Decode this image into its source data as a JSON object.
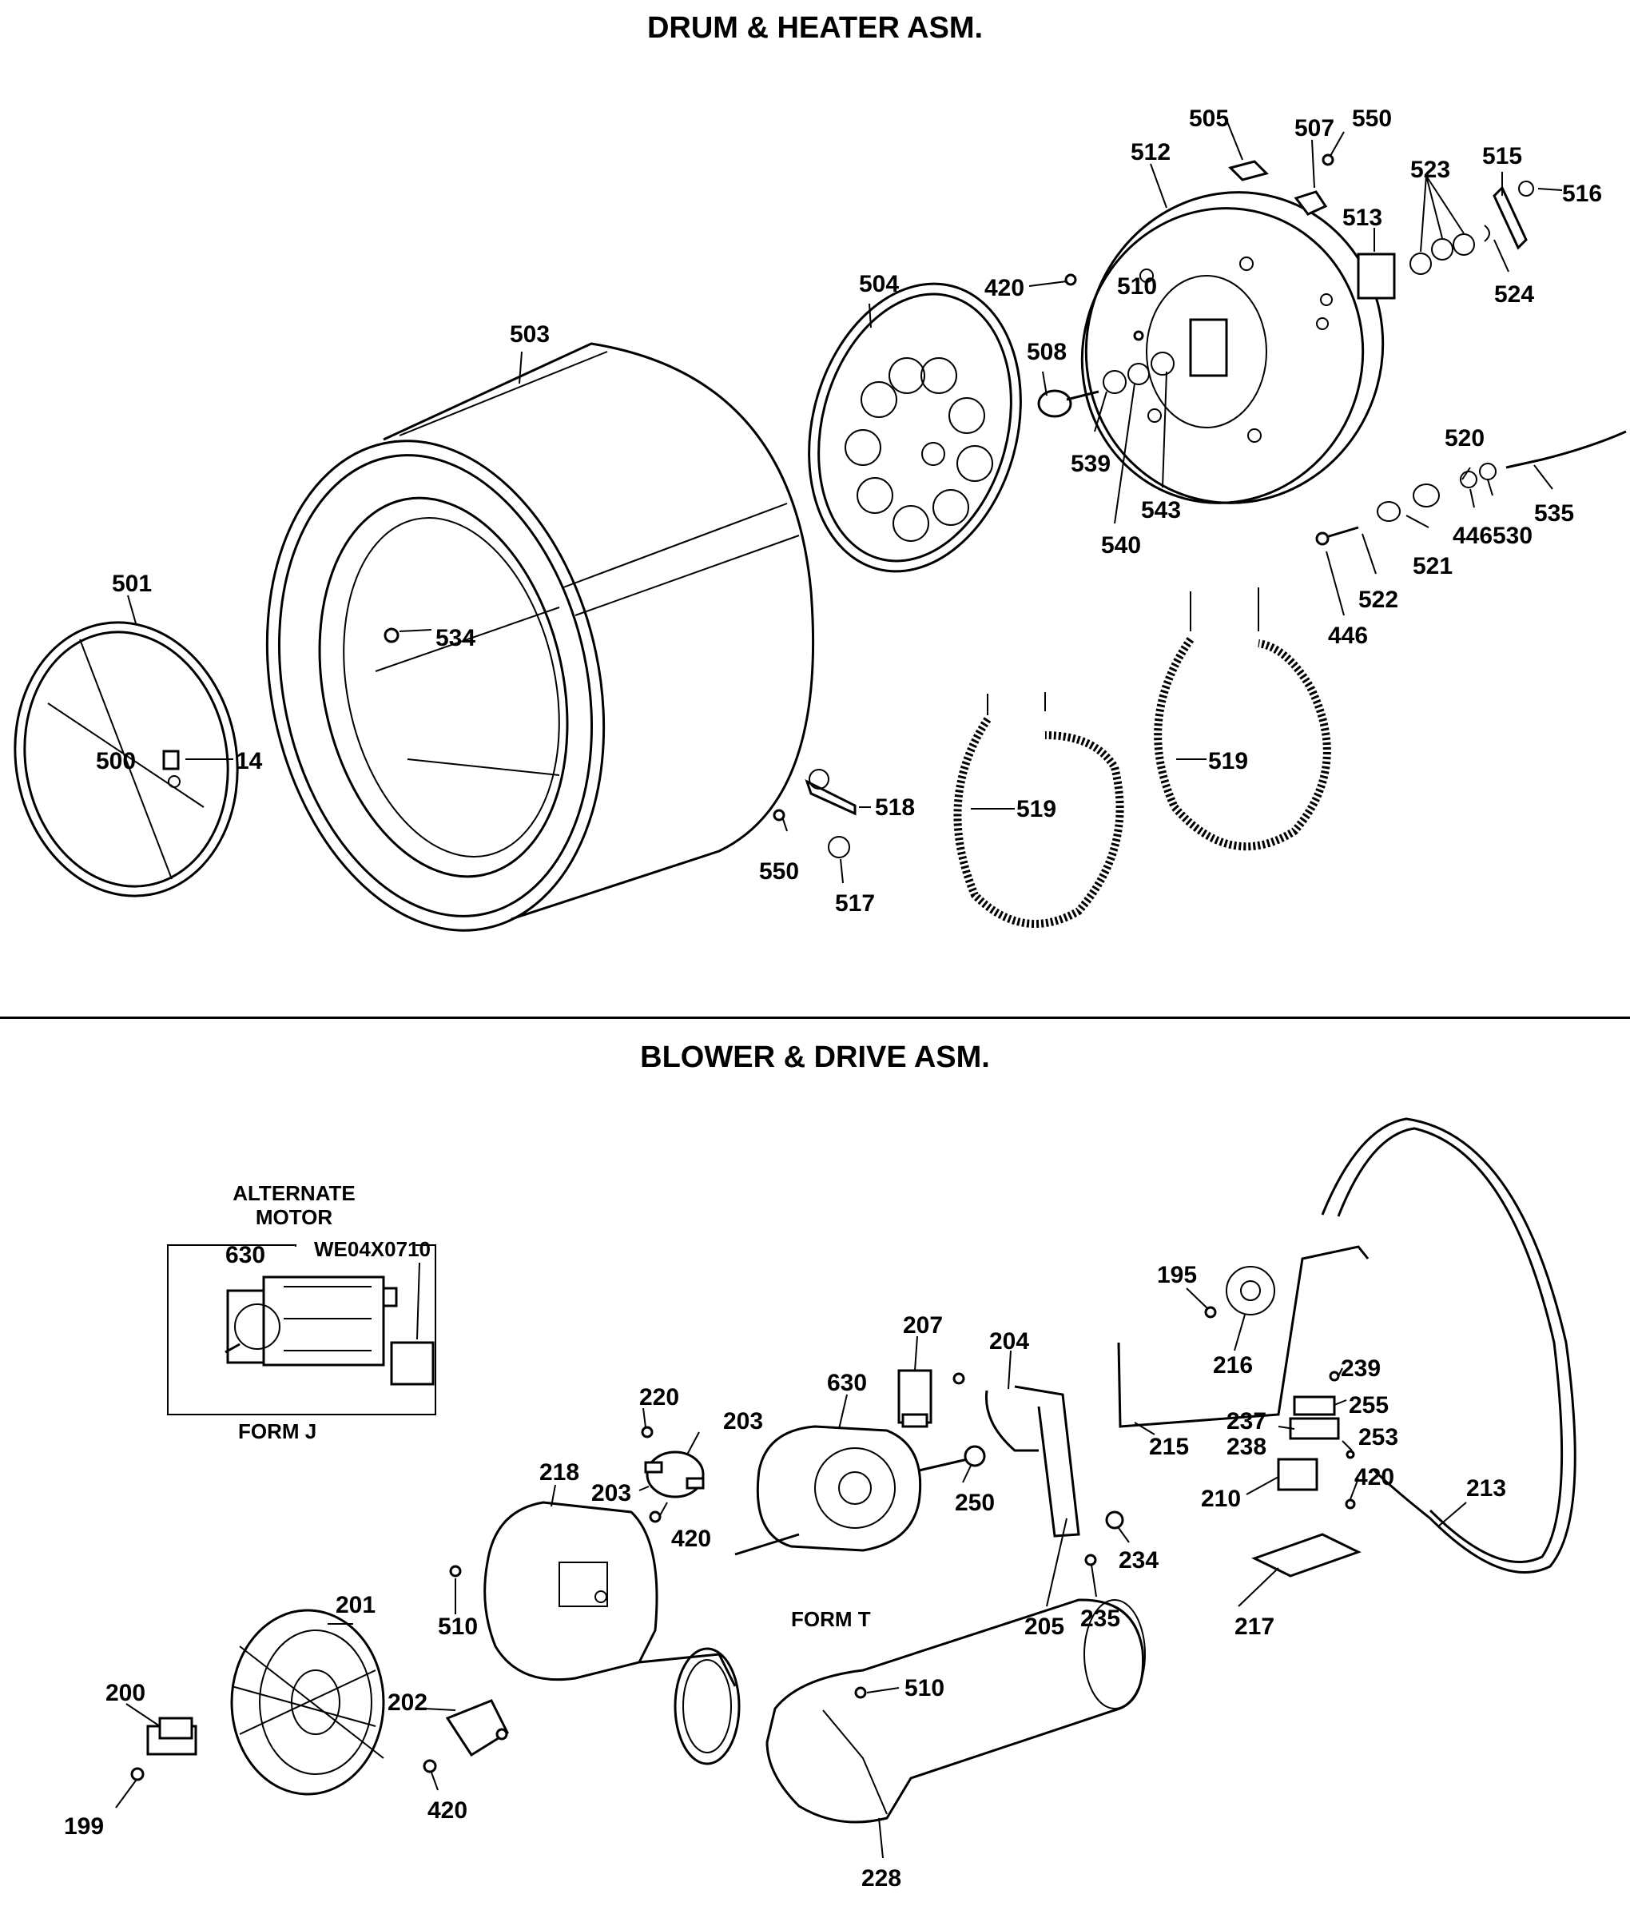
{
  "titles": {
    "top": "DRUM & HEATER ASM.",
    "bottom": "BLOWER & DRIVE ASM."
  },
  "inset": {
    "heading_line1": "ALTERNATE",
    "heading_line2": "MOTOR",
    "motor_label": "630",
    "switch_label": "WE04X0710",
    "form": "FORM J"
  },
  "form_t": "FORM T",
  "callouts": {
    "p505": "505",
    "p507": "507",
    "p550a": "550",
    "p512": "512",
    "p515": "515",
    "p516": "516",
    "p523": "523",
    "p513": "513",
    "p524": "524",
    "p504": "504",
    "p420a": "420",
    "p510a": "510",
    "p503": "503",
    "p508": "508",
    "p539": "539",
    "p540": "540",
    "p543": "543",
    "p520": "520",
    "p535": "535",
    "p521": "521",
    "p446a": "446",
    "p530": "530",
    "p522": "522",
    "p446b": "446",
    "p501": "501",
    "p534": "534",
    "p500": "500",
    "p14": "14",
    "p518": "518",
    "p519a": "519",
    "p519b": "519",
    "p550b": "550",
    "p517": "517",
    "p195": "195",
    "p216": "216",
    "p239": "239",
    "p255": "255",
    "p237": "237",
    "p238": "238",
    "p253": "253",
    "p207": "207",
    "p204": "204",
    "p630": "630",
    "p220": "220",
    "p203a": "203",
    "p203b": "203",
    "p215": "215",
    "p210": "210",
    "p420b": "420",
    "p213": "213",
    "p218": "218",
    "p250": "250",
    "p234": "234",
    "p420c": "420",
    "p510b": "510",
    "p205": "205",
    "p235": "235",
    "p217": "217",
    "p201": "201",
    "p200": "200",
    "p202": "202",
    "p510c": "510",
    "p199": "199",
    "p420d": "420",
    "p228": "228"
  }
}
